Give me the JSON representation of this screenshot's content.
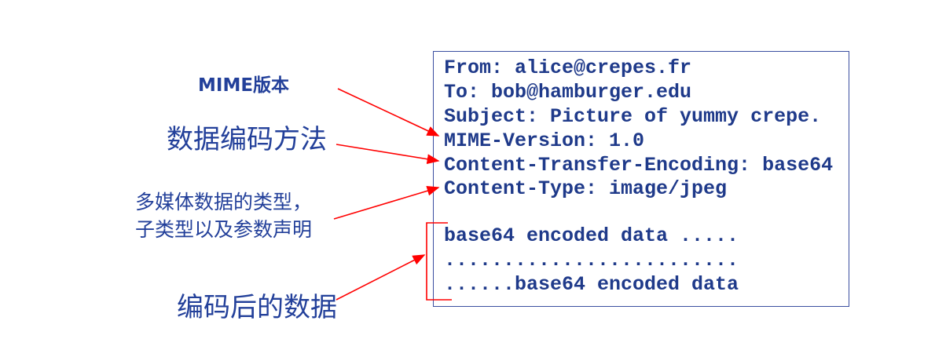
{
  "labels": {
    "mime_version": "MIME版本",
    "encoding_method": "数据编码方法",
    "content_type_line1": "多媒体数据的类型，",
    "content_type_line2": "子类型以及参数声明",
    "encoded_data": "编码后的数据"
  },
  "message": {
    "header_lines": [
      "From: alice@crepes.fr",
      "To: bob@hamburger.edu",
      "Subject: Picture of yummy crepe.",
      "MIME-Version: 1.0",
      "Content-Transfer-Encoding: base64",
      "Content-Type: image/jpeg"
    ],
    "body_lines": [
      "base64 encoded data .....",
      ".........................",
      "......base64 encoded data"
    ]
  },
  "colors": {
    "text": "#23409a",
    "arrow": "#ff0000",
    "border": "#3b4fa0"
  }
}
